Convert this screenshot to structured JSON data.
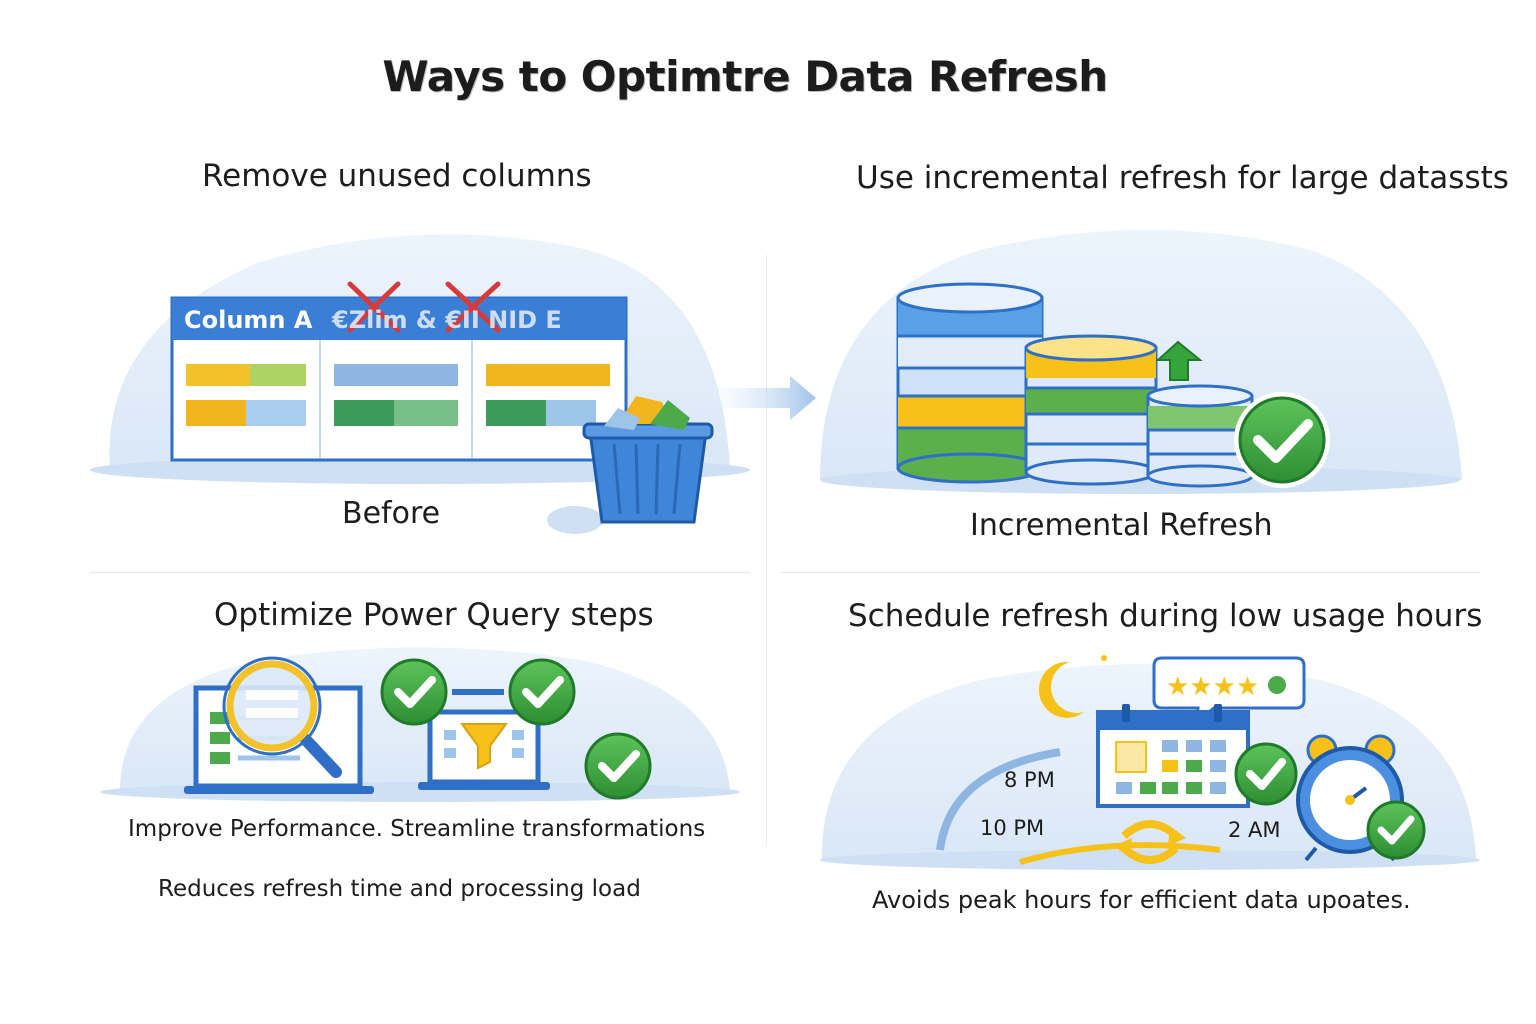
{
  "title": "Ways to Optimtre Data Refresh",
  "panels": {
    "remove_columns": {
      "heading": "Remove unused columns",
      "column_a": "Column A",
      "crossed_headers": "€Zlim & €II NID E",
      "label": "Before"
    },
    "incremental": {
      "heading": "Use incremental refresh for large datassts",
      "label": "Incremental Refresh"
    },
    "power_query": {
      "heading": "Optimize Power Query steps",
      "caption_1": "Improve Performance.  Streamline transformations",
      "caption_2": "Reduces refresh time and processing load"
    },
    "schedule": {
      "heading": "Schedule refresh during low usage hours",
      "time_1": "8 PM",
      "time_2": "10 PM",
      "time_3": "2 AM",
      "caption": "Avoids peak hours for efficient data upoates."
    }
  },
  "colors": {
    "primary_blue": "#2f6fc7",
    "accent_yellow": "#f6c118",
    "success_green": "#35a43a",
    "cross_red": "#d63b3b",
    "cloud_blue": "#dce9f7"
  }
}
